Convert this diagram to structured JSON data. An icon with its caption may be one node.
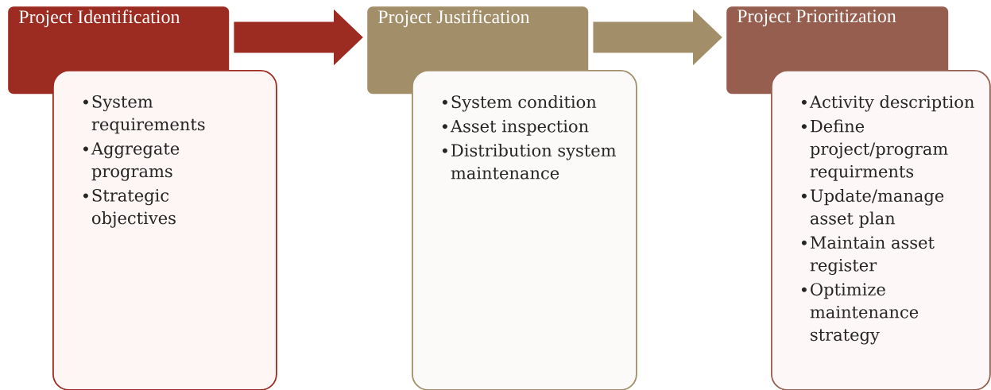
{
  "diagram": {
    "nodes": [
      {
        "text": [
          "Project Identification"
        ]
      },
      {
        "text": [
          "System requirements",
          "Aggregate programs",
          "Strategic objectives"
        ]
      },
      {
        "text": [
          "Project Justification"
        ]
      },
      {
        "text": [
          "System condition",
          "Asset inspection",
          "Distribution system maintenance"
        ]
      },
      {
        "text": [
          "Project Prioritization"
        ]
      },
      {
        "text": [
          "Activity description",
          "Define project/program requirments",
          "Update/manage asset plan",
          "Maintain asset register",
          "Optimize maintenance strategy"
        ]
      }
    ],
    "edges": [
      {
        "from": 0,
        "to": 2,
        "arrow": "to",
        "color": "#9c2b21"
      },
      {
        "from": 2,
        "to": 4,
        "arrow": "to",
        "color": "#a38e6a"
      }
    ]
  }
}
